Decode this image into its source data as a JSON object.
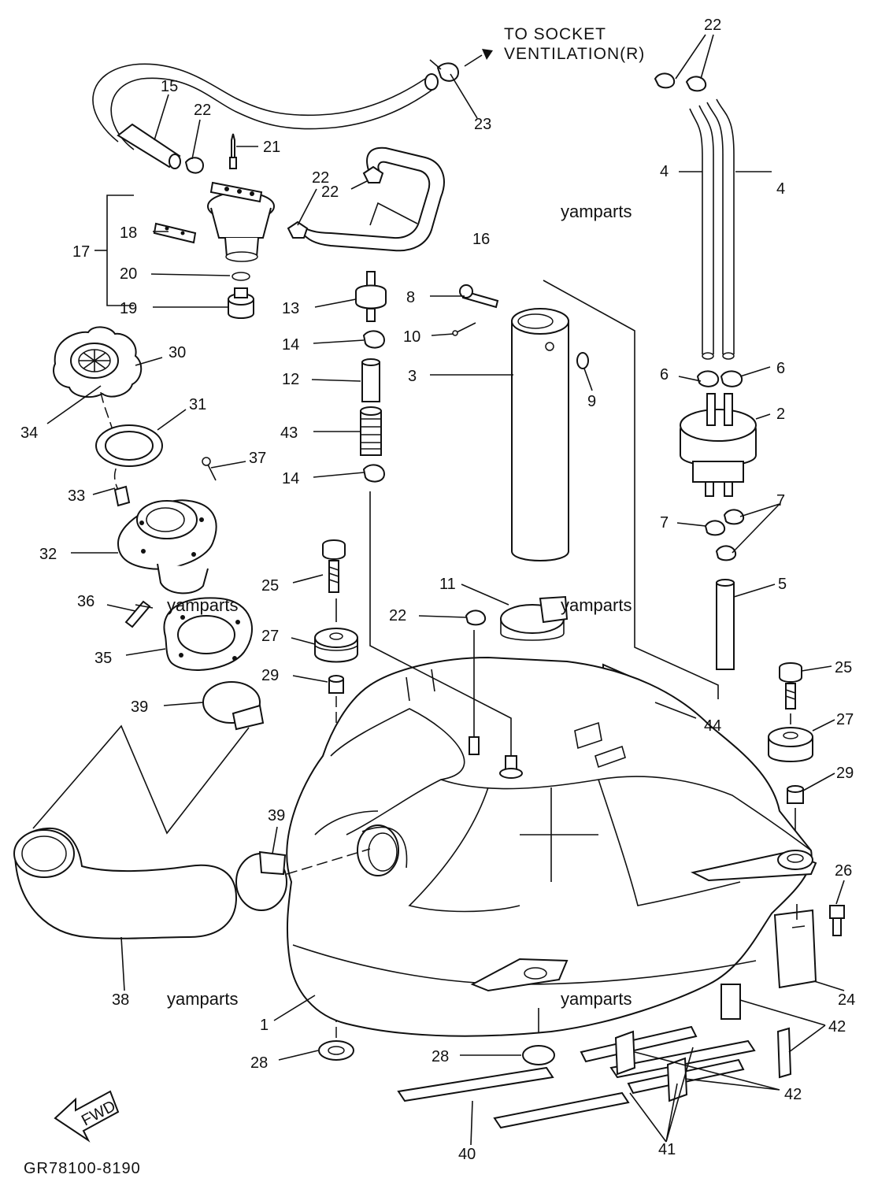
{
  "diagram_code": "GR78100-8190",
  "note": [
    "TO SOCKET",
    "VENTILATION(R)"
  ],
  "fwd_label": "FWD",
  "watermark": "yamparts",
  "callouts": [
    {
      "id": "22a",
      "text": "22"
    },
    {
      "id": "23",
      "text": "23"
    },
    {
      "id": "15",
      "text": "15"
    },
    {
      "id": "22b",
      "text": "22"
    },
    {
      "id": "21",
      "text": "21"
    },
    {
      "id": "22c",
      "text": "22"
    },
    {
      "id": "22d",
      "text": "22"
    },
    {
      "id": "16",
      "text": "16"
    },
    {
      "id": "4a",
      "text": "4"
    },
    {
      "id": "4b",
      "text": "4"
    },
    {
      "id": "18",
      "text": "18"
    },
    {
      "id": "17",
      "text": "17"
    },
    {
      "id": "20",
      "text": "20"
    },
    {
      "id": "19",
      "text": "19"
    },
    {
      "id": "8",
      "text": "8"
    },
    {
      "id": "13",
      "text": "13"
    },
    {
      "id": "10",
      "text": "10"
    },
    {
      "id": "14a",
      "text": "14"
    },
    {
      "id": "30",
      "text": "30"
    },
    {
      "id": "6a",
      "text": "6"
    },
    {
      "id": "6b",
      "text": "6"
    },
    {
      "id": "12",
      "text": "12"
    },
    {
      "id": "3",
      "text": "3"
    },
    {
      "id": "9",
      "text": "9"
    },
    {
      "id": "2",
      "text": "2"
    },
    {
      "id": "31",
      "text": "31"
    },
    {
      "id": "34",
      "text": "34"
    },
    {
      "id": "43",
      "text": "43"
    },
    {
      "id": "37",
      "text": "37"
    },
    {
      "id": "14b",
      "text": "14"
    },
    {
      "id": "33",
      "text": "33"
    },
    {
      "id": "7a",
      "text": "7"
    },
    {
      "id": "7b",
      "text": "7"
    },
    {
      "id": "32",
      "text": "32"
    },
    {
      "id": "25a",
      "text": "25"
    },
    {
      "id": "11",
      "text": "11"
    },
    {
      "id": "5",
      "text": "5"
    },
    {
      "id": "36",
      "text": "36"
    },
    {
      "id": "22e",
      "text": "22"
    },
    {
      "id": "27a",
      "text": "27"
    },
    {
      "id": "35",
      "text": "35"
    },
    {
      "id": "29a",
      "text": "29"
    },
    {
      "id": "25b",
      "text": "25"
    },
    {
      "id": "39a",
      "text": "39"
    },
    {
      "id": "44",
      "text": "44"
    },
    {
      "id": "27b",
      "text": "27"
    },
    {
      "id": "29b",
      "text": "29"
    },
    {
      "id": "39b",
      "text": "39"
    },
    {
      "id": "26",
      "text": "26"
    },
    {
      "id": "38",
      "text": "38"
    },
    {
      "id": "24",
      "text": "24"
    },
    {
      "id": "1",
      "text": "1"
    },
    {
      "id": "42a",
      "text": "42"
    },
    {
      "id": "28a",
      "text": "28"
    },
    {
      "id": "28b",
      "text": "28"
    },
    {
      "id": "42b",
      "text": "42"
    },
    {
      "id": "40",
      "text": "40"
    },
    {
      "id": "41",
      "text": "41"
    }
  ]
}
